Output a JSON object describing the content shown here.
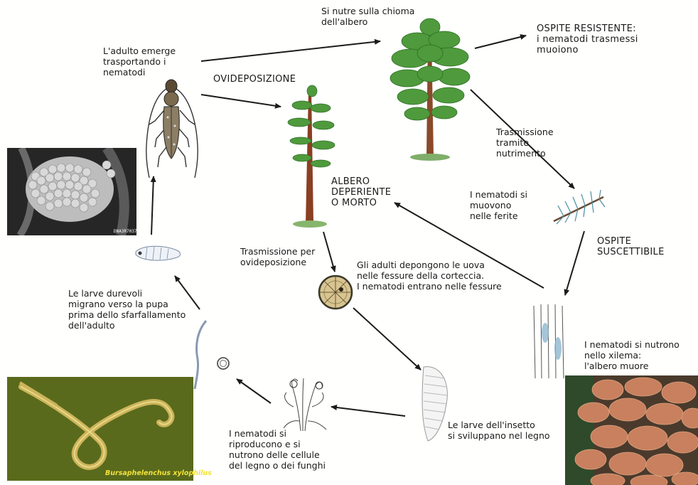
{
  "labels": {
    "adult_emerges": "L'adulto emerge\ntrasportando i\nnematodi",
    "feeds_crown": "Si nutre sulla chioma\ndell'albero",
    "resistant_host": "OSPITE RESISTENTE:\ni nematodi trasmessi\nmuoiono",
    "oviposition": "OVIDEPOSIZIONE",
    "feeding_transmission": "Trasmissione\ntramite\nnutrimento",
    "wounds": "I nematodi si\nmuovono\nnelle ferite",
    "dying_tree": "ALBERO\nDEPERIENTE\nO MORTO",
    "susceptible_host": "OSPITE\nSUSCETTIBILE",
    "oviposition_transmission": "Trasmissione per\novideposizione",
    "eggs_in_bark": "Gli adulti depongono le uova\nnelle fessure della corteccia.\nI nematodi entrano nelle fessure",
    "durable_larvae": "Le larve durevoli\nmigrano verso la pupa\nprima dello sfarfallamento\ndell'adulto",
    "xylem_feeding": "I nematodi si nutrono\nnello xilema:\nl'albero muore",
    "insect_larvae": "Le larve dell'insetto\nsi sviluppano nel legno",
    "nematodes_reproduce": "I nematodi si\nriproducono e si\nnutrono delle cellule\ndel legno o dei funghi",
    "species_caption": "Bursaphelenchus xylophilus",
    "photo_stamp": "DNA3R7037"
  },
  "colors": {
    "arrow": "#1b1b1b",
    "tree_green": "#4f9a3c",
    "trunk": "#8a4a2a",
    "needle_blue": "#4b8ea0",
    "nematode_bg": "#5a6a1c",
    "nematode_body": "#cdb45a",
    "caption_yellow": "#f2e23a",
    "dead_tree_red": "#c8805e"
  }
}
